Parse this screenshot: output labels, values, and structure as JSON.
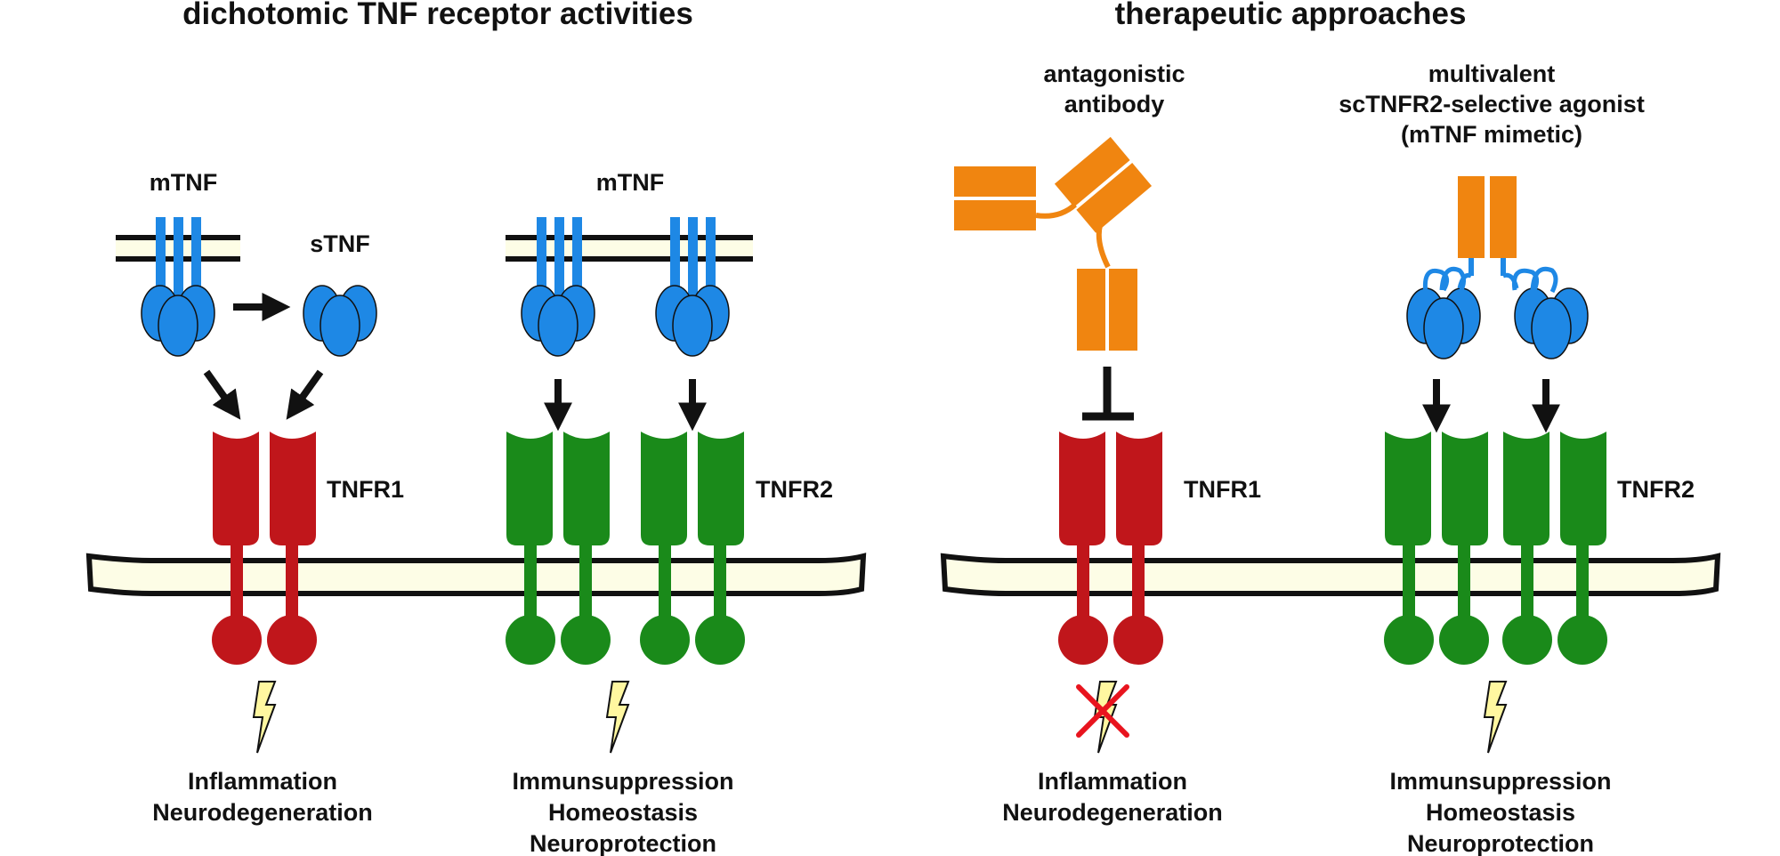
{
  "left_panel": {
    "title": "dichotomic TNF receptor activities",
    "mtnf_left_label": "mTNF",
    "stnf_label": "sTNF",
    "mtnf_right_label": "mTNF",
    "tnfr1_label": "TNFR1",
    "tnfr2_label": "TNFR2",
    "tnfr1_outcome": [
      "Inflammation",
      "Neurodegeneration"
    ],
    "tnfr2_outcome": [
      "Immunsuppression",
      "Homeostasis",
      "Neuroprotection"
    ]
  },
  "right_panel": {
    "title": "therapeutic approaches",
    "antibody_label": [
      "antagonistic",
      "antibody"
    ],
    "agonist_label": [
      "multivalent",
      "scTNFR2-selective agonist",
      "(mTNF mimetic)"
    ],
    "tnfr1_label": "TNFR1",
    "tnfr2_label": "TNFR2",
    "tnfr1_outcome": [
      "Inflammation",
      "Neurodegeneration"
    ],
    "tnfr2_outcome": [
      "Immunsuppression",
      "Homeostasis",
      "Neuroprotection"
    ]
  },
  "colors": {
    "tnf": "#1e88e5",
    "tnfr1": "#c0161b",
    "tnfr2": "#1a8a1a",
    "antibody": "#f08510",
    "membrane_fill": "#fdfde6",
    "lightning": "#fff7a0",
    "cross": "#e8141e"
  }
}
